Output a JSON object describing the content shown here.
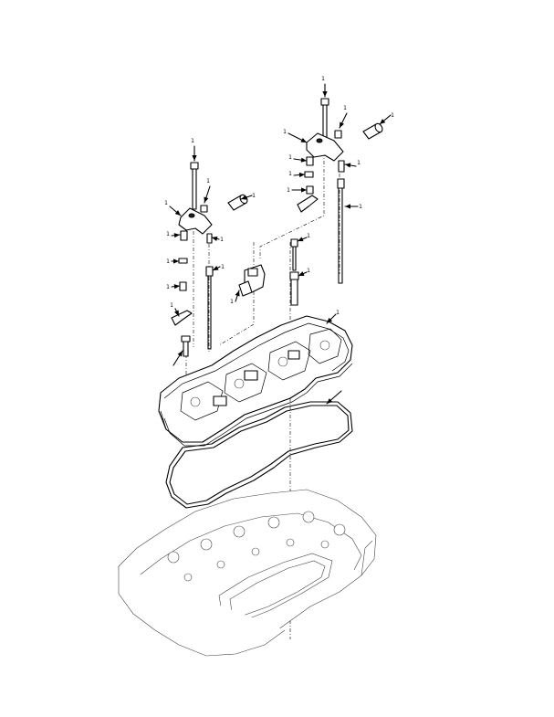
{
  "callouts": [
    "1",
    "1",
    "1",
    "1",
    "1",
    "1",
    "1",
    "1",
    "1",
    "1",
    "1",
    "1",
    "1",
    "1",
    "1",
    "1",
    "1",
    "1",
    "1",
    "1",
    "1",
    "1",
    "1"
  ],
  "colors": {
    "ink": "#000000",
    "paper": "#ffffff"
  }
}
